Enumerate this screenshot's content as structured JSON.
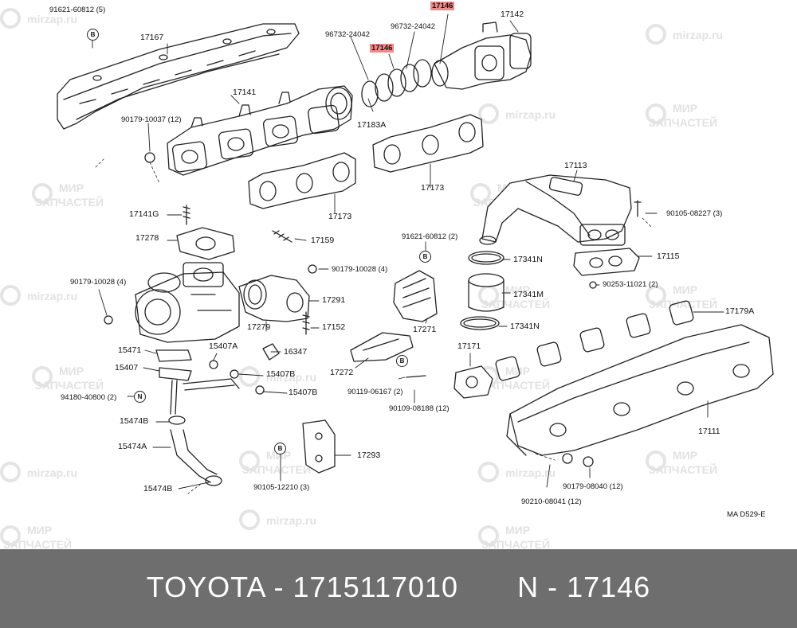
{
  "diagram": {
    "code": "MA D529-E",
    "watermark_url": "mirzap.ru",
    "watermark_text_1": "МИР",
    "watermark_text_2": "ЗАПЧАСТЕЙ",
    "highlight_color": "#f08a8a",
    "parts": [
      {
        "id": "17146-top",
        "text": "17146",
        "highlight": true
      },
      {
        "id": "17142",
        "text": "17142"
      },
      {
        "id": "91621-60812-5",
        "text": "91621-60812 (5)"
      },
      {
        "id": "17167",
        "text": "17167"
      },
      {
        "id": "96732-24042-a",
        "text": "96732-24042"
      },
      {
        "id": "96732-24042-b",
        "text": "96732-24042"
      },
      {
        "id": "17146-mid",
        "text": "17146",
        "highlight": true
      },
      {
        "id": "17141",
        "text": "17141"
      },
      {
        "id": "90179-10037",
        "text": "90179-10037 (12)"
      },
      {
        "id": "17183A",
        "text": "17183A"
      },
      {
        "id": "17173-a",
        "text": "17173"
      },
      {
        "id": "17173-b",
        "text": "17173"
      },
      {
        "id": "17113",
        "text": "17113"
      },
      {
        "id": "17141G",
        "text": "17141G"
      },
      {
        "id": "90105-08227",
        "text": "90105-08227 (3)"
      },
      {
        "id": "17278",
        "text": "17278"
      },
      {
        "id": "17159",
        "text": "17159"
      },
      {
        "id": "91621-60812-2",
        "text": "91621-60812 (2)"
      },
      {
        "id": "17115",
        "text": "17115"
      },
      {
        "id": "17341N-a",
        "text": "17341N"
      },
      {
        "id": "90179-10028-4a",
        "text": "90179-10028 (4)"
      },
      {
        "id": "90179-10028-4b",
        "text": "90179-10028 (4)"
      },
      {
        "id": "90253-11021",
        "text": "90253-11021 (2)"
      },
      {
        "id": "17341M",
        "text": "17341M"
      },
      {
        "id": "17291",
        "text": "17291"
      },
      {
        "id": "17179A",
        "text": "17179A"
      },
      {
        "id": "17279",
        "text": "17279"
      },
      {
        "id": "17152",
        "text": "17152"
      },
      {
        "id": "17271",
        "text": "17271"
      },
      {
        "id": "17341N-b",
        "text": "17341N"
      },
      {
        "id": "15471",
        "text": "15471"
      },
      {
        "id": "15407A",
        "text": "15407A"
      },
      {
        "id": "16347",
        "text": "16347"
      },
      {
        "id": "17171",
        "text": "17171"
      },
      {
        "id": "15407",
        "text": "15407"
      },
      {
        "id": "15407B-a",
        "text": "15407B"
      },
      {
        "id": "17272",
        "text": "17272"
      },
      {
        "id": "90119-06167",
        "text": "90119-06167 (2)"
      },
      {
        "id": "15407B-b",
        "text": "15407B"
      },
      {
        "id": "94180-40800",
        "text": "94180-40800 (2)"
      },
      {
        "id": "90109-08188",
        "text": "90109-08188 (12)"
      },
      {
        "id": "15474B-a",
        "text": "15474B"
      },
      {
        "id": "17111",
        "text": "17111"
      },
      {
        "id": "15474A",
        "text": "15474A"
      },
      {
        "id": "17293",
        "text": "17293"
      },
      {
        "id": "15474B-b",
        "text": "15474B"
      },
      {
        "id": "90105-12210",
        "text": "90105-12210 (3)"
      },
      {
        "id": "90179-08040",
        "text": "90179-08040 (12)"
      },
      {
        "id": "90210-08041",
        "text": "90210-08041 (12)"
      }
    ],
    "badges": [
      {
        "id": "badge-b-1",
        "text": "B"
      },
      {
        "id": "badge-b-2",
        "text": "B"
      },
      {
        "id": "badge-b-3",
        "text": "B"
      },
      {
        "id": "badge-b-4",
        "text": "B"
      },
      {
        "id": "badge-n-1",
        "text": "N"
      }
    ]
  },
  "footer": {
    "brand": "TOYOTA",
    "part_number": "1715117010",
    "ref": "N - 17146",
    "background": "#6e6e6e"
  }
}
